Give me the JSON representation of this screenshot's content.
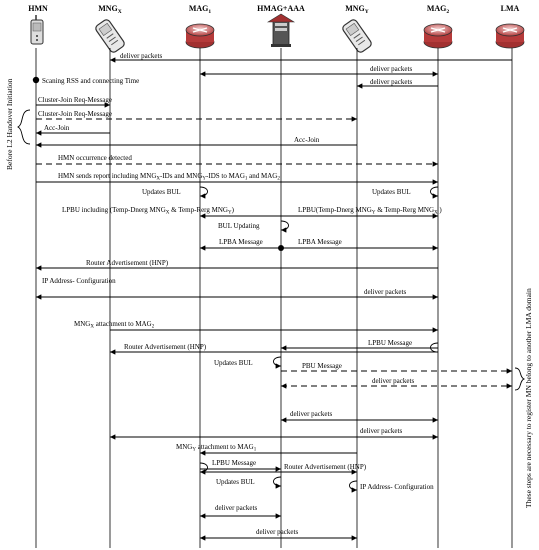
{
  "nodes": [
    {
      "id": "hmn",
      "label": "HMN",
      "sub": "",
      "icon": "mobile-phone-icon"
    },
    {
      "id": "mngx",
      "label": "MNG",
      "sub": "X",
      "icon": "cellphone-icon"
    },
    {
      "id": "mag1",
      "label": "MAG",
      "sub": "1",
      "icon": "router-icon"
    },
    {
      "id": "hmag",
      "label": "HMAG+AAA",
      "sub": "",
      "icon": "server-icon"
    },
    {
      "id": "mngy",
      "label": "MNG",
      "sub": "Y",
      "icon": "cellphone-icon"
    },
    {
      "id": "mag2",
      "label": "MAG",
      "sub": "2",
      "icon": "router-icon"
    },
    {
      "id": "lma",
      "label": "LMA",
      "sub": "",
      "icon": "router-icon"
    }
  ],
  "messages": [
    {
      "label": "deliver packets"
    },
    {
      "label": "deliver packets"
    },
    {
      "label": "deliver packets"
    },
    {
      "label": "Scaning RSS and connecting Time"
    },
    {
      "label": "Cluster-Join Req-Message"
    },
    {
      "label": "Cluster-Join Req-Message"
    },
    {
      "label": "Acc-Join"
    },
    {
      "label": "Acc-Join"
    },
    {
      "label": "HMN occurrence detected"
    },
    {
      "label": "HMN sends report including MNGx-IDs and MNGy-IDS to MAG1 and MAG2"
    },
    {
      "label": "Updates BUL"
    },
    {
      "label": "Updates BUL"
    },
    {
      "label": "LPBU including (Temp-Dnerg MNGx & Temp-Rerg MNGY)"
    },
    {
      "label": "LPBU(Temp-Dnerg MNGY & Temp-Rerg MNGX )"
    },
    {
      "label": "BUL Updating"
    },
    {
      "label": "LPBA Message"
    },
    {
      "label": "LPBA Message"
    },
    {
      "label": "Router Advertisement (HNP)"
    },
    {
      "label": "IP Address- Configuration"
    },
    {
      "label": "deliver packets"
    },
    {
      "label": "MNGX attachment to MAG2"
    },
    {
      "label": "LPBU Message"
    },
    {
      "label": "Router Advertisement (HNP)"
    },
    {
      "label": "Updates BUL"
    },
    {
      "label": "PBU Message"
    },
    {
      "label": "deliver packets"
    },
    {
      "label": "deliver packets"
    },
    {
      "label": "deliver packets"
    },
    {
      "label": "MNGY attachment to MAG1"
    },
    {
      "label": "LPBU Message"
    },
    {
      "label": "Router Advertisement (HNP)"
    },
    {
      "label": "Updates BUL"
    },
    {
      "label": "IP Address- Configuration"
    },
    {
      "label": "deliver packets"
    },
    {
      "label": "deliver packets"
    }
  ],
  "side_notes": {
    "left": "Before L2 Handover Initiation",
    "right": "These steps are necessary to register MN belong to another LMA domain"
  }
}
